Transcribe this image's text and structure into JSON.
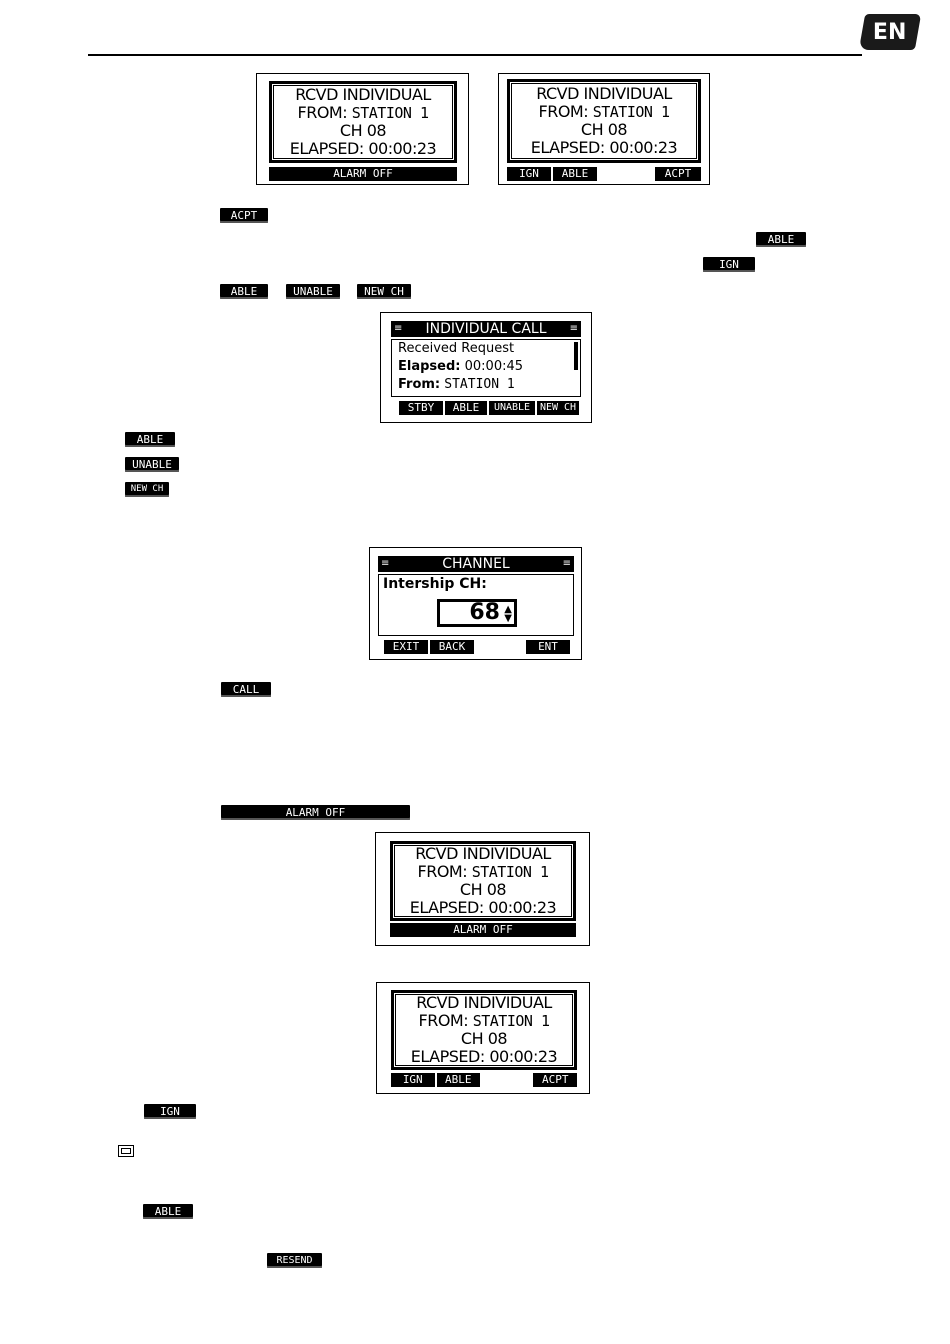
{
  "header": {
    "lang_badge": "EN"
  },
  "screens": {
    "alarm_screen_top": {
      "lines": [
        "RCVD INDIVIDUAL",
        "FROM:",
        "STATION 1",
        "CH 08",
        "ELAPSED:",
        "00:00:23"
      ],
      "softkeys": [
        "ALARM OFF"
      ]
    },
    "accept_screen_top": {
      "lines": [
        "RCVD INDIVIDUAL",
        "FROM:",
        "STATION 1",
        "CH 08",
        "ELAPSED:",
        "00:00:23"
      ],
      "softkeys": [
        "IGN",
        "ABLE",
        "ACPT"
      ]
    },
    "individual_call": {
      "title": "INDIVIDUAL CALL",
      "title_icon": "≡",
      "lines": [
        "Received Request",
        "Elapsed:",
        "00:00:45",
        "From:",
        "STATION 1"
      ],
      "softkeys": [
        "STBY",
        "ABLE",
        "UNABLE",
        "NEW CH"
      ]
    },
    "channel": {
      "title": "CHANNEL",
      "title_icon": "≡",
      "label": "Intership CH:",
      "value": "68",
      "arrows": "▲▼",
      "softkeys": [
        "EXIT",
        "BACK",
        "ENT"
      ]
    },
    "alarm_screen_mid": {
      "lines": [
        "RCVD INDIVIDUAL",
        "FROM:",
        "STATION 1",
        "CH 08",
        "ELAPSED:",
        "00:00:23"
      ],
      "softkeys": [
        "ALARM OFF"
      ]
    },
    "accept_screen_bottom": {
      "lines": [
        "RCVD INDIVIDUAL",
        "FROM:",
        "STATION 1",
        "CH 08",
        "ELAPSED:",
        "00:00:23"
      ],
      "softkeys": [
        "IGN",
        "ABLE",
        "ACPT"
      ]
    }
  },
  "inline_keys": {
    "acpt": "ACPT",
    "able_right": "ABLE",
    "ign_right": "IGN",
    "able_row": "ABLE",
    "unable_row": "UNABLE",
    "newch_row": "NEW CH",
    "able_list": "ABLE",
    "unable_list": "UNABLE",
    "newch_list": "NEW CH",
    "call": "CALL",
    "alarm_off": "ALARM OFF",
    "ign_bottom": "IGN",
    "able_bottom": "ABLE",
    "resend": "RESEND"
  },
  "icons": {
    "badge": "en-language-badge",
    "mail": "mail-icon"
  }
}
